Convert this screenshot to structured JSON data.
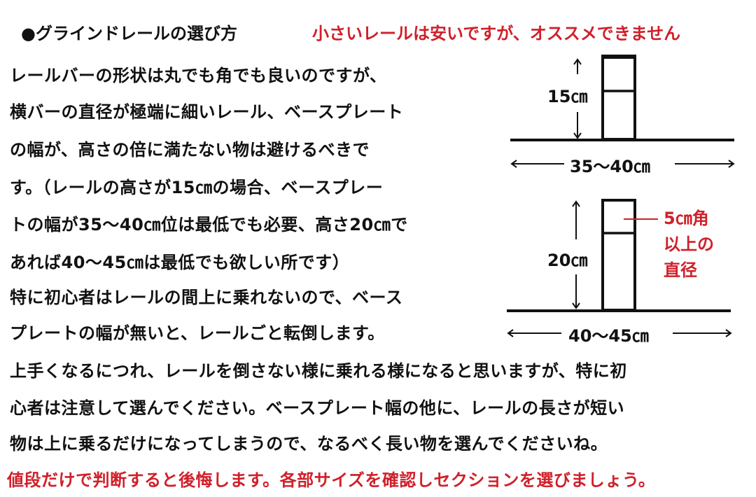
{
  "header": {
    "title": "●グラインドレールの選び方",
    "warning": "小さいレールは安いですが、オススメできません"
  },
  "body_lines": [
    "レールバーの形状は丸でも角でも良いのですが、",
    "横バーの直径が極端に細いレール、ベースプレート",
    "の幅が、高さの倍に満たない物は避けるべきで",
    "す。（レールの高さが15㎝の場合、ベースプレー",
    "トの幅が35～40㎝位は最低でも必要、高さ20㎝で",
    "あれば40～45㎝は最低でも欲しい所です）",
    "特に初心者はレールの間上に乗れないので、ベース",
    "プレートの幅が無いと、レールごと転倒します。",
    "上手くなるにつれ、レールを倒さない様に乗れる様になると思いますが、特に初",
    "心者は注意して選んでください。ベースプレート幅の他に、レールの長さが短い",
    "物は上に乗るだけになってしまうので、なるべく長い物を選んでくださいね。"
  ],
  "footer": {
    "warning": "値段だけで判断すると後悔します。各部サイズを確認しセクションを選びましょう。"
  },
  "diagrams": [
    {
      "height_label": "15㎝",
      "width_label": "35～40㎝"
    },
    {
      "height_label": "20㎝",
      "width_label": "40～45㎝",
      "note_lines": [
        "5㎝角",
        "以上の",
        "直径"
      ]
    }
  ],
  "colors": {
    "text": "#111111",
    "accent_red": "#d0202a",
    "background": "#ffffff"
  }
}
